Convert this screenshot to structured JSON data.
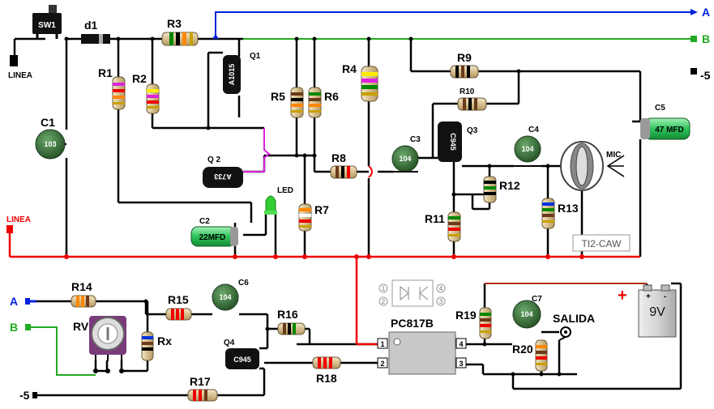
{
  "switch": {
    "label": "SW1"
  },
  "terminals": {
    "linea_top": "LINEA",
    "linea_bottom": "LINEA",
    "a_top": "A",
    "b_top": "B",
    "neg_top": "-5",
    "a_bottom": "A",
    "b_bottom": "B",
    "neg_bottom": "-5"
  },
  "diode": {
    "label": "d1"
  },
  "resistors": {
    "r1": "R1",
    "r2": "R2",
    "r3": "R3",
    "r4": "R4",
    "r5": "R5",
    "r6": "R6",
    "r7": "R7",
    "r8": "R8",
    "r9": "R9",
    "r10": "R10",
    "r11": "R11",
    "r12": "R12",
    "r13": "R13",
    "r14": "R14",
    "r15": "R15",
    "r16": "R16",
    "r17": "R17",
    "r18": "R18",
    "r19": "R19",
    "r20": "R20",
    "rx": "Rx",
    "rv": "RV"
  },
  "transistors": {
    "q1_name": "Q1",
    "q1_part": "A1015",
    "q2_name": "Q 2",
    "q2_part": "A733",
    "q3_name": "Q3",
    "q3_part": "C945",
    "q4_name": "Q4",
    "q4_part": "C945"
  },
  "capacitors": {
    "c1_name": "C1",
    "c1_value": "103",
    "c2_name": "C2",
    "c2_value": "22MFD",
    "c3_name": "C3",
    "c3_value": "104",
    "c4_name": "C4",
    "c4_value": "104",
    "c5_name": "C5",
    "c5_value": "47 MFD",
    "c6_name": "C6",
    "c6_value": "104",
    "c7_name": "C7",
    "c7_value": "104"
  },
  "led": {
    "label": "LED"
  },
  "mic": {
    "label": "MIC"
  },
  "watermark": "TI2-CAW",
  "optocoupler": {
    "name": "PC817B",
    "pin1": "1",
    "pin2": "2",
    "pin3": "3",
    "pin4": "4",
    "sym1": "1",
    "sym2": "2",
    "sym3": "3",
    "sym4": "4"
  },
  "battery": {
    "label": "9V",
    "plus": "+",
    "minus": "-",
    "plus_terminal": "+"
  },
  "output": {
    "label": "SALIDA"
  },
  "colors": {
    "wire": "#000000",
    "mains": "#ee0000",
    "line_a": "#0022dd",
    "line_b": "#22aa22",
    "part_ic": "#c8c8c8"
  }
}
